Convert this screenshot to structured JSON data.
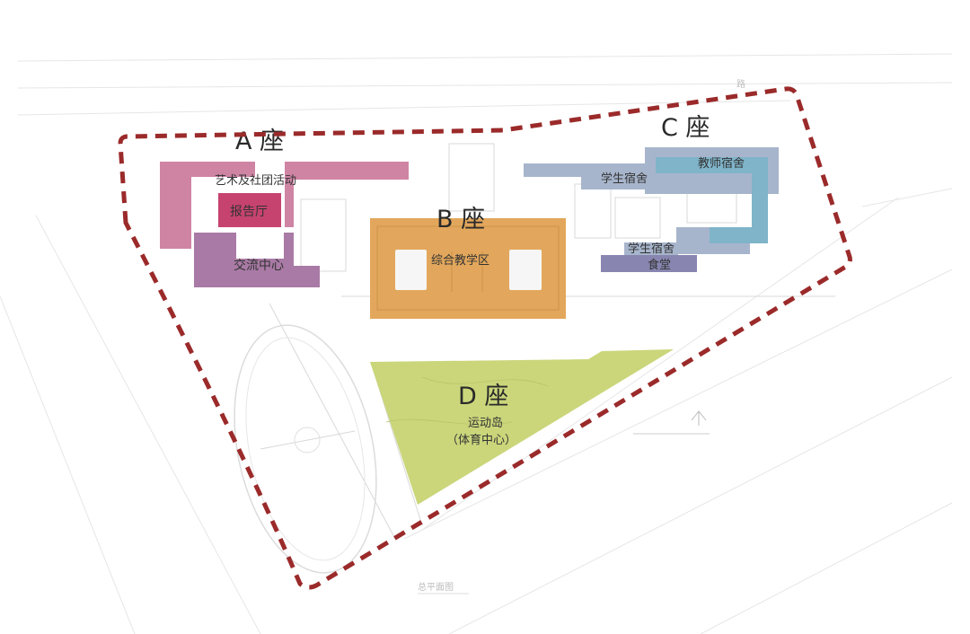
{
  "plan": {
    "caption": "总平面图",
    "road_labels": [
      "路"
    ],
    "zones": {
      "a": {
        "title": "A 座",
        "color": "#c97a9c",
        "rooms": {
          "arts": "艺术及社团活动",
          "auditorium": "报告厅",
          "exchange": "交流中心"
        },
        "colors": {
          "arts": "#cf84a4",
          "auditorium": "#c7436f",
          "exchange": "#a97aa5"
        }
      },
      "b": {
        "title": "B 座",
        "color": "#e2a75c",
        "rooms": {
          "teaching": "综合教学区"
        }
      },
      "c": {
        "title": "C 座",
        "rooms": {
          "student_dorm": "学生宿舍",
          "teacher_dorm": "教师宿舍",
          "student_dorm2": "学生宿舍",
          "canteen": "食堂"
        },
        "colors": {
          "student_dorm": "#a7b5cc",
          "teacher_dorm": "#7fb4c9",
          "canteen": "#8886b0"
        }
      },
      "d": {
        "title": "D 座",
        "color": "#cbd67b",
        "rooms": {
          "sports": "运动岛",
          "sports_sub": "（体育中心）"
        }
      }
    },
    "boundary_color": "#9b2a2a"
  }
}
